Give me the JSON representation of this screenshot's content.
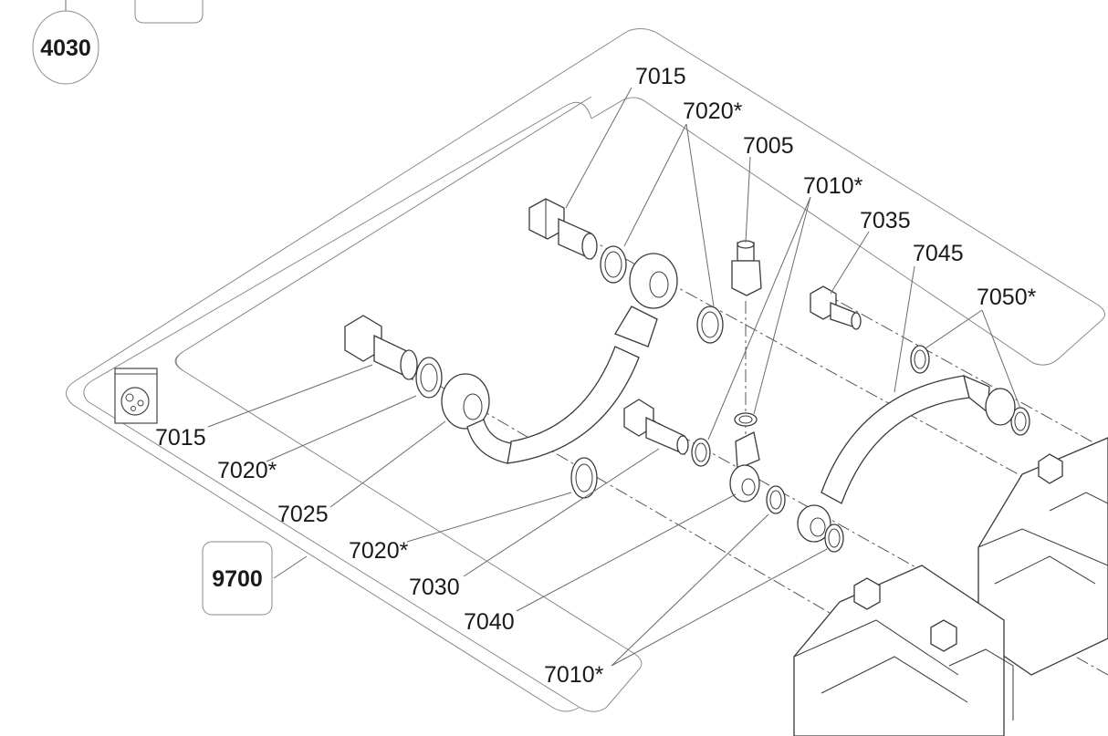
{
  "diagram": {
    "top_tag": "4030",
    "kit_tag": "9700",
    "callouts": {
      "c7015_top": "7015",
      "c7020_top": "7020*",
      "c7005": "7005",
      "c7010_top": "7010*",
      "c7035": "7035",
      "c7045": "7045",
      "c7050": "7050*",
      "c7015_left": "7015",
      "c7020_left": "7020*",
      "c7025": "7025",
      "c7020_mid": "7020*",
      "c7030": "7030",
      "c7040": "7040",
      "c7010_bottom": "7010*"
    }
  }
}
